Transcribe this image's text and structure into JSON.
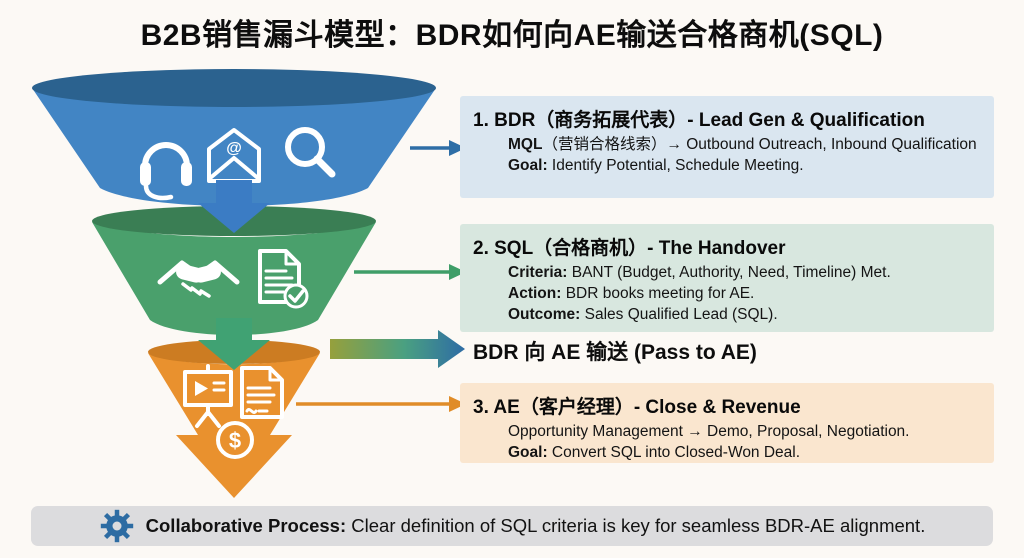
{
  "title": "B2B销售漏斗模型：BDR如何向AE输送合格商机(SQL)",
  "funnel": {
    "stages": [
      {
        "name": "bdr-stage",
        "body_color": "#4285c4",
        "top_color": "#2b628f",
        "icons": [
          "headset-icon",
          "open-email-icon",
          "magnifier-icon"
        ]
      },
      {
        "name": "sql-stage",
        "body_color": "#4aa06c",
        "top_color": "#3a7e54",
        "icons": [
          "handshake-icon",
          "document-check-icon"
        ]
      },
      {
        "name": "ae-stage",
        "body_color": "#e9912e",
        "top_color": "#cc7c22",
        "icons": [
          "presentation-icon",
          "contract-icon",
          "dollar-icon"
        ]
      }
    ],
    "down_arrow_colors": [
      "#3b7cc4",
      "#40a273"
    ]
  },
  "boxes": [
    {
      "heading": "1. BDR（商务拓展代表）- Lead Gen & Qualification",
      "bg": "#dae6f0",
      "arrow_color": "#2e6ea6",
      "lines": [
        {
          "label": "MQL",
          "rest": "（营销合格线索）→ Outbound Outreach, Inbound Qualification"
        },
        {
          "label": "Goal:",
          "rest": " Identify Potential, Schedule Meeting."
        }
      ]
    },
    {
      "heading": "2. SQL（合格商机）- The Handover",
      "bg": "#d8e7df",
      "arrow_color": "#3f9e68",
      "lines": [
        {
          "label": "Criteria:",
          "rest": " BANT (Budget, Authority, Need, Timeline) Met."
        },
        {
          "label": "Action:",
          "rest": " BDR books meeting for AE."
        },
        {
          "label": "Outcome:",
          "rest": " Sales Qualified Lead (SQL)."
        }
      ]
    },
    {
      "heading": "3. AE（客户经理）- Close & Revenue",
      "bg": "#fae6cf",
      "arrow_color": "#e08c28",
      "lines": [
        {
          "label": "",
          "rest": "Opportunity Management → Demo, Proposal, Negotiation."
        },
        {
          "label": "Goal:",
          "rest": " Convert SQL into Closed-Won Deal."
        }
      ]
    }
  ],
  "handover": {
    "label": "BDR 向 AE 输送 (Pass to AE)",
    "gradient_from": "#96a03c",
    "gradient_mid": "#4aa081",
    "gradient_to": "#2e6ca5"
  },
  "footer": {
    "label": "Collaborative Process:",
    "text": " Clear definition of SQL criteria is key for seamless BDR-AE alignment.",
    "gear_color": "#2d6ca3",
    "bar_bg": "#dcdcde"
  }
}
